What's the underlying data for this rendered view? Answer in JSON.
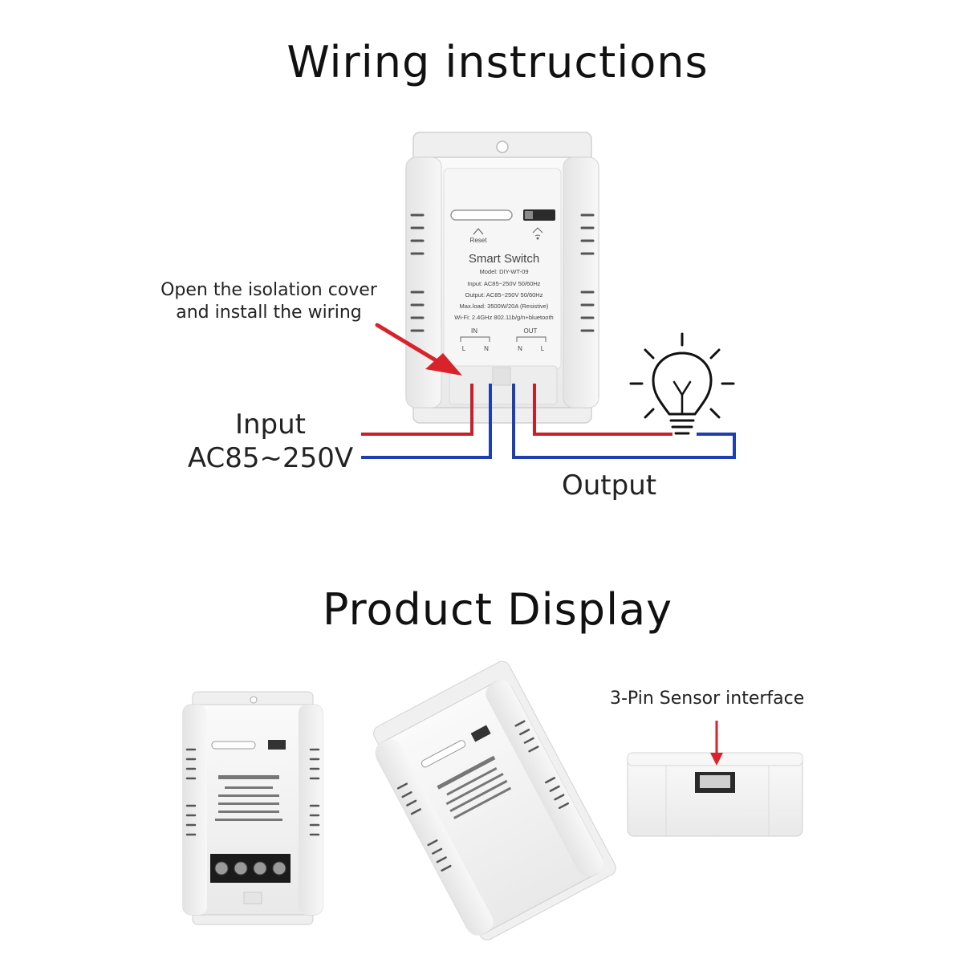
{
  "titles": {
    "wiring": "Wiring instructions",
    "product": "Product Display"
  },
  "annotations": {
    "cover_note_line1": "Open the isolation cover",
    "cover_note_line2": "and install the wiring",
    "input_line1": "Input",
    "input_line2": "AC85~250V",
    "output": "Output",
    "sensor": "3-Pin Sensor interface"
  },
  "device": {
    "reset_label": "Reset",
    "name": "Smart Switch",
    "model": "Model: DIY-WT-09",
    "spec_input": "Input: AC85~250V 50/60Hz",
    "spec_output": "Output: AC85~250V 50/60Hz",
    "spec_max_load": "Max.load: 3500W/20A (Resistive)",
    "spec_wifi": "Wi-Fi: 2.4GHz 802.11b/g/n+bluetooth",
    "in_label": "IN",
    "out_label": "OUT",
    "in_l": "L",
    "in_n": "N",
    "out_n": "N",
    "out_l": "L"
  },
  "colors": {
    "live_wire": "#c8202a",
    "neutral_wire": "#1f3fb0",
    "arrow": "#d8232a",
    "device_body": "#f2f2f2",
    "device_edge": "#cfcfcf"
  },
  "icons": {
    "bulb": "light-bulb-icon",
    "wifi": "wifi-icon",
    "reset": "reset-arrow-icon"
  }
}
